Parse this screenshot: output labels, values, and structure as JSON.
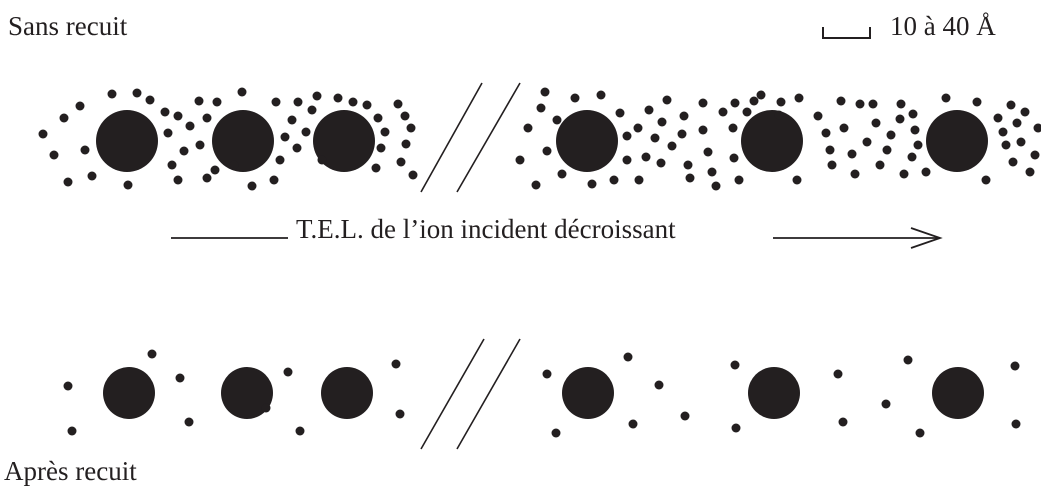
{
  "labels": {
    "before_anneal": "Sans recuit",
    "after_anneal": "Après recuit",
    "scale_bar": "10 à 40 Å",
    "tel_arrow": "T.E.L. de l’ion incident décroissant"
  },
  "colors": {
    "ink": "#231f20",
    "background": "#ffffff"
  }
}
